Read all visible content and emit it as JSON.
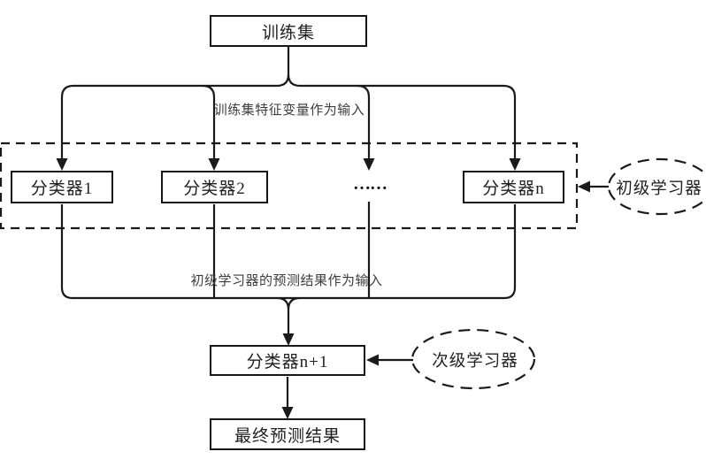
{
  "diagram_type": "stacking-ensemble-flowchart",
  "nodes": {
    "training_set": "训练集",
    "classifier_1": "分类器1",
    "classifier_2": "分类器2",
    "ellipsis": "……",
    "classifier_n": "分类器n",
    "classifier_n_plus_1": "分类器n+1",
    "final_result": "最终预测结果"
  },
  "annotations": {
    "primary_learner": "初级学习器",
    "secondary_learner": "次级学习器",
    "top_flow_label": "训练集特征变量作为输入",
    "bottom_flow_label": "初级学习器的预测结果作为输入"
  },
  "colors": {
    "line": "#1a1a1a",
    "background": "#ffffff",
    "box_border": "#161616",
    "label_text": "#3d3d3d"
  }
}
